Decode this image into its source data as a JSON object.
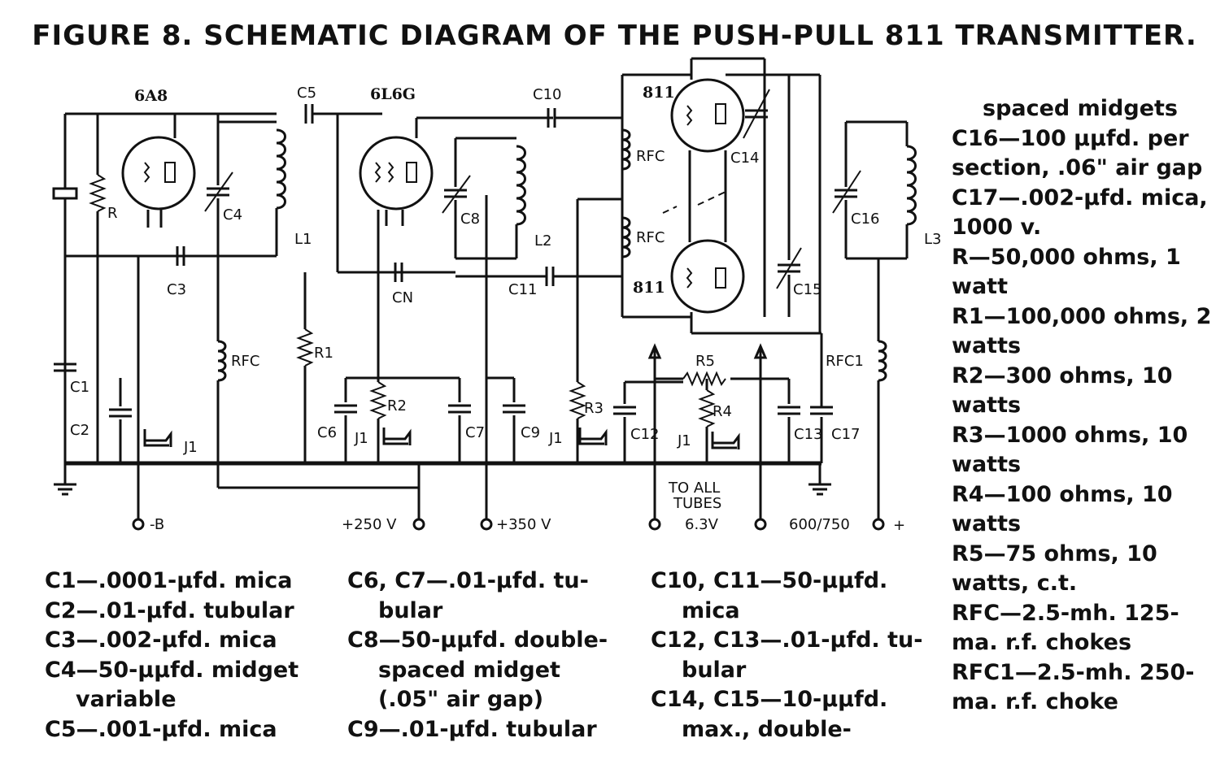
{
  "title": "FIGURE 8.  SCHEMATIC DIAGRAM OF THE PUSH-PULL 811  TRANSMITTER.",
  "tubes": [
    "6A8",
    "6L6G",
    "811",
    "811"
  ],
  "components": {
    "C1": "C1",
    "C2": "C2",
    "C3": "C3",
    "C4": "C4",
    "C5": "C5",
    "C6": "C6",
    "C7": "C7",
    "C8": "C8",
    "C9": "C9",
    "C10": "C10",
    "C11": "C11",
    "C12": "C12",
    "C13": "C13",
    "C14": "C14",
    "C15": "C15",
    "C16": "C16",
    "C17": "C17",
    "CN": "CN",
    "L1": "L1",
    "L2": "L2",
    "L3": "L3",
    "R": "R",
    "R1": "R1",
    "R2": "R2",
    "R3": "R3",
    "R4": "R4",
    "R5": "R5",
    "RFC": "RFC",
    "RFC1": "RFC1",
    "J1": "J1"
  },
  "terminals": {
    "minus_b": "-B",
    "plus_250": "+250 V",
    "plus_350": "+350 V",
    "to_all_tubes": "TO  ALL",
    "tubes_word": "TUBES",
    "volts_63": "6.3V",
    "hv": "600/750",
    "hv_plus": "+"
  },
  "legend_col1": [
    "C1—.0001-μfd. mica",
    "C2—.01-μfd. tubular",
    "C3—.002-μfd. mica",
    "C4—50-μμfd. midget",
    "variable",
    "C5—.001-μfd. mica"
  ],
  "legend_col2": [
    "C6, C7—.01-μfd. tu-",
    "bular",
    "C8—50-μμfd. double-",
    "spaced midget",
    "(.05\" air gap)",
    "C9—.01-μfd.  tubular"
  ],
  "legend_col3": [
    "C10, C11—50-μμfd.",
    "mica",
    "C12, C13—.01-μfd. tu-",
    "bular",
    "C14, C15—10-μμfd.",
    "max., double-"
  ],
  "legend_right": [
    "spaced midgets",
    "C16—100 μμfd. per section, .06\" air gap",
    "C17—.002-μfd. mica, 1000 v.",
    "R—50,000 ohms, 1 watt",
    "R1—100,000 ohms, 2 watts",
    "R2—300 ohms, 10 watts",
    "R3—1000 ohms, 10 watts",
    "R4—100 ohms, 10 watts",
    "R5—75 ohms, 10 watts, c.t.",
    "RFC—2.5-mh. 125-ma. r.f. chokes",
    "RFC1—2.5-mh. 250-ma. r.f. choke"
  ]
}
